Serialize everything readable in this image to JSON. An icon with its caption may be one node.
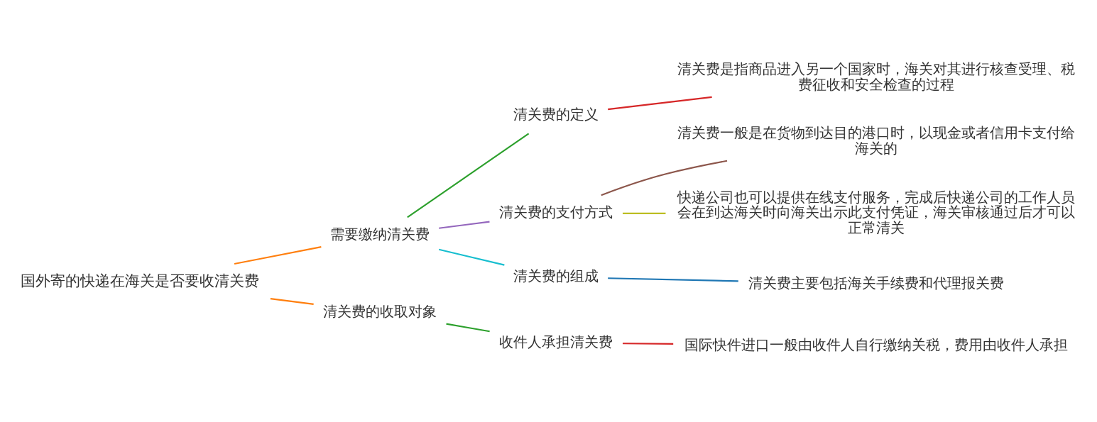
{
  "diagram": {
    "nodes": [
      {
        "text": [
          "国外寄的快递在海关是否要收清关费"
        ]
      },
      {
        "text": [
          "需要缴纳清关费"
        ]
      },
      {
        "text": [
          "清关费的定义"
        ]
      },
      {
        "text": [
          "清关费是指商品进入另一个国家时，海关对其进行核查受理、税费征收和安全检查的过程"
        ]
      },
      {
        "text": [
          "清关费的支付方式"
        ]
      },
      {
        "text": [
          "清关费一般是在货物到达目的港口时，以现金或者信用卡支付给海关的"
        ]
      },
      {
        "text": [
          "快递公司也可以提供在线支付服务，完成后快递公司的工作人员会在到达海关时向海关出示此支付凭证，海关审核通过后才可以正常清关"
        ]
      },
      {
        "text": [
          "清关费的组成"
        ]
      },
      {
        "text": [
          "清关费主要包括海关手续费和代理报关费"
        ]
      },
      {
        "text": [
          "清关费的收取对象"
        ]
      },
      {
        "text": [
          "收件人承担清关费"
        ]
      },
      {
        "text": [
          "国际快件进口一般由收件人自行缴纳关税，费用由收件人承担"
        ]
      }
    ],
    "edges": [
      {
        "from": 0,
        "to": 1,
        "arrow": "none",
        "color": "#ff7f0e"
      },
      {
        "from": 1,
        "to": 2,
        "arrow": "none",
        "color": "#2ca02c"
      },
      {
        "from": 2,
        "to": 3,
        "arrow": "none",
        "color": "#d62728"
      },
      {
        "from": 1,
        "to": 4,
        "arrow": "none",
        "color": "#9467bd"
      },
      {
        "from": 4,
        "to": 5,
        "arrow": "none",
        "color": "#8c564b"
      },
      {
        "from": 4,
        "to": 6,
        "arrow": "none",
        "color": "#bcbd22"
      },
      {
        "from": 1,
        "to": 7,
        "arrow": "none",
        "color": "#17becf"
      },
      {
        "from": 7,
        "to": 8,
        "arrow": "none",
        "color": "#1f77b4"
      },
      {
        "from": 0,
        "to": 9,
        "arrow": "none",
        "color": "#ff7f0e"
      },
      {
        "from": 9,
        "to": 10,
        "arrow": "none",
        "color": "#2ca02c"
      },
      {
        "from": 10,
        "to": 11,
        "arrow": "none",
        "color": "#d62728"
      }
    ]
  }
}
